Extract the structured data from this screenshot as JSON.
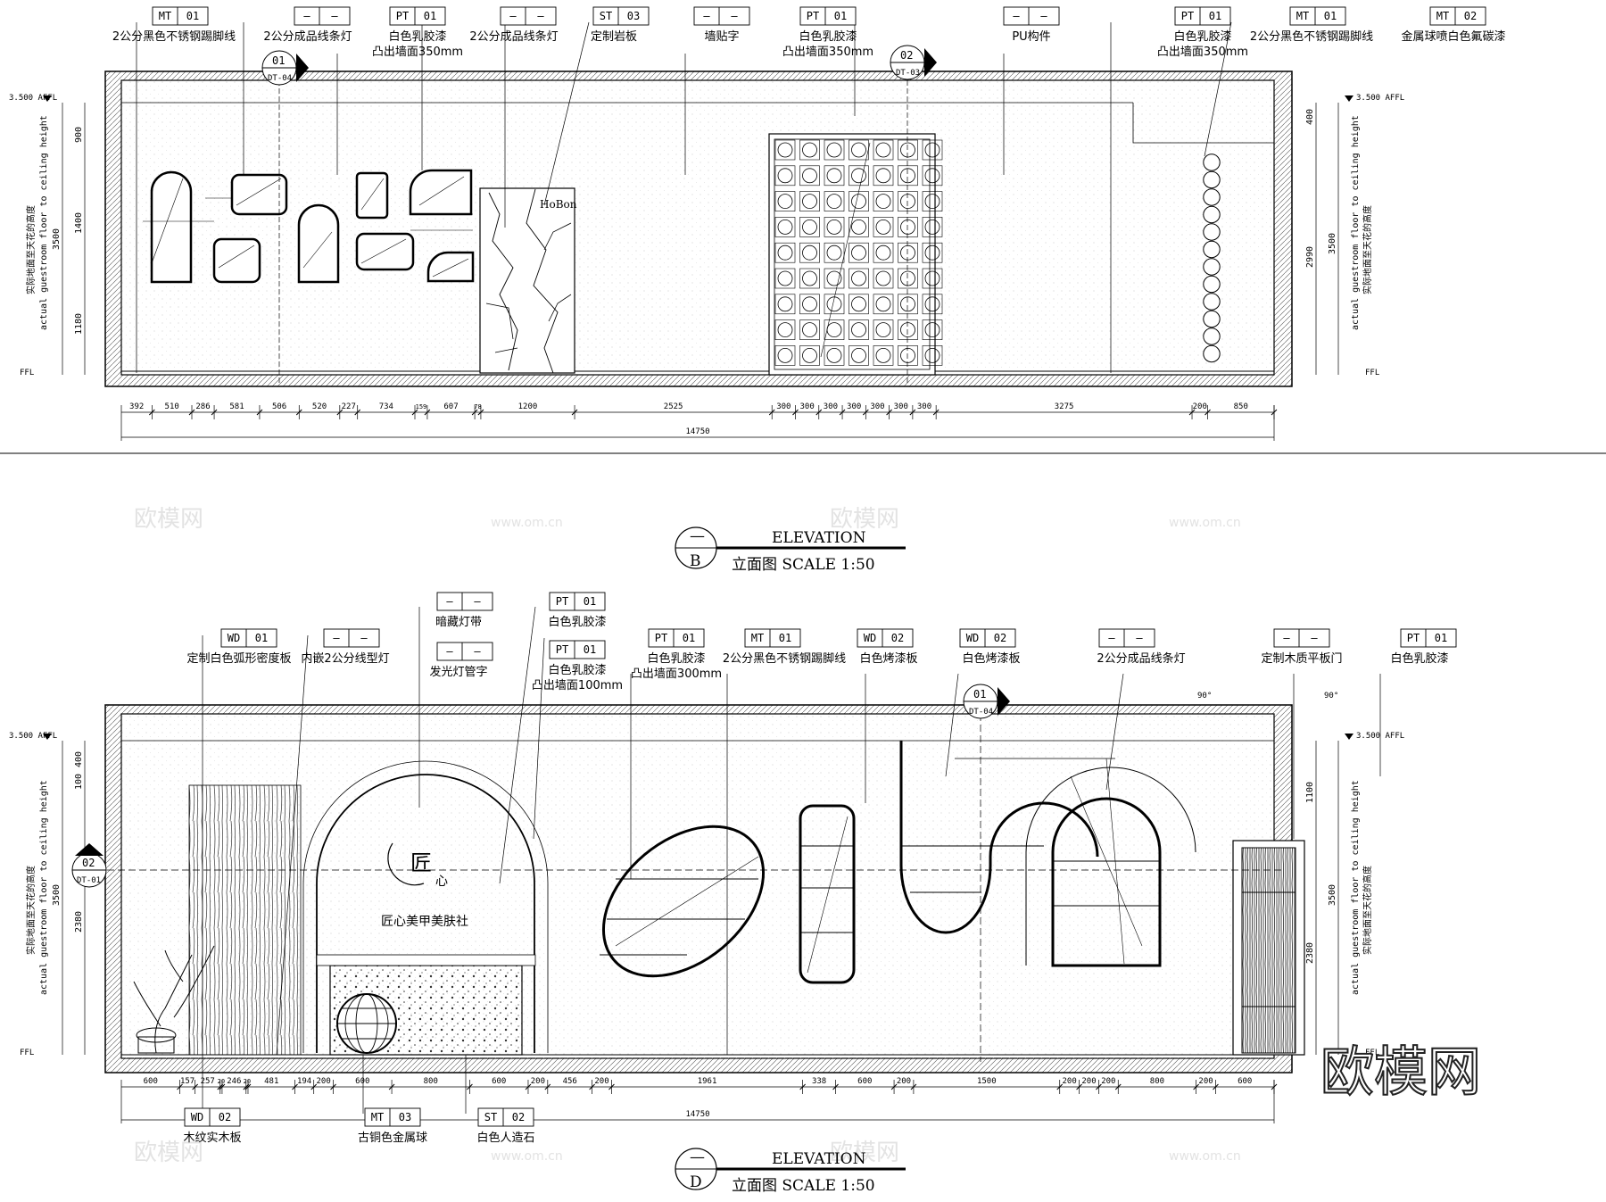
{
  "watermark": {
    "site": "www.om.cn",
    "brand": "欧模网"
  },
  "elevB": {
    "title": "ELEVATION",
    "subtitle": "立面图 SCALE 1:50",
    "marker_top": "—",
    "marker_letter": "B",
    "tags": [
      {
        "code": "MT",
        "num": "01",
        "text": "2公分黑色不锈钢踢脚线",
        "text2": ""
      },
      {
        "code": "—",
        "num": "—",
        "text": "2公分成品线条灯",
        "text2": ""
      },
      {
        "code": "PT",
        "num": "01",
        "text": "白色乳胶漆",
        "text2": "凸出墙面350mm"
      },
      {
        "code": "—",
        "num": "—",
        "text": "2公分成品线条灯",
        "text2": ""
      },
      {
        "code": "ST",
        "num": "03",
        "text": "定制岩板",
        "text2": ""
      },
      {
        "code": "—",
        "num": "—",
        "text": "墙贴字",
        "text2": ""
      },
      {
        "code": "PT",
        "num": "01",
        "text": "白色乳胶漆",
        "text2": "凸出墙面350mm"
      },
      {
        "code": "—",
        "num": "—",
        "text": "PU构件",
        "text2": ""
      },
      {
        "code": "PT",
        "num": "01",
        "text": "白色乳胶漆",
        "text2": "凸出墙面350mm"
      },
      {
        "code": "MT",
        "num": "01",
        "text": "2公分黑色不锈钢踢脚线",
        "text2": ""
      },
      {
        "code": "MT",
        "num": "02",
        "text": "金属球喷白色氟碳漆",
        "text2": ""
      }
    ],
    "section_marks": [
      {
        "num": "01",
        "ref": "DT-04"
      },
      {
        "num": "02",
        "ref": "DT-03"
      }
    ],
    "dims": [
      "392",
      "510",
      "286",
      "581",
      "506",
      "520",
      "227",
      "734",
      "159",
      "607",
      "78",
      "1200",
      "2525",
      "300",
      "300",
      "300",
      "300",
      "300",
      "300",
      "300",
      "3275",
      "200",
      "850"
    ],
    "total": "14750",
    "left_levels": {
      "top": "3.500 AFFL",
      "floor": "FFL",
      "segs": [
        "900",
        "1400",
        "1180"
      ],
      "total": "3500"
    },
    "right_levels": {
      "top": "3.500 AFFL",
      "floor": "FFL",
      "segs": [
        "400",
        "2990"
      ],
      "total": "3500"
    },
    "side_text_cn": "实际地面至天花的高度",
    "side_text_en": "actual guestroom floor to ceiling height",
    "sign": "HoBon"
  },
  "elevD": {
    "title": "ELEVATION",
    "subtitle": "立面图 SCALE 1:50",
    "marker_top": "—",
    "marker_letter": "D",
    "tags": [
      {
        "code": "WD",
        "num": "01",
        "text": "定制白色弧形密度板",
        "text2": ""
      },
      {
        "code": "—",
        "num": "—",
        "text": "内嵌2公分线型灯",
        "text2": ""
      },
      {
        "code": "—",
        "num": "—",
        "text": "暗藏灯带",
        "text2": ""
      },
      {
        "code": "—",
        "num": "—",
        "text": "发光灯管字",
        "text2": ""
      },
      {
        "code": "PT",
        "num": "01",
        "text": "白色乳胶漆",
        "text2": ""
      },
      {
        "code": "PT",
        "num": "01",
        "text": "白色乳胶漆",
        "text2": "凸出墙面100mm"
      },
      {
        "code": "PT",
        "num": "01",
        "text": "白色乳胶漆",
        "text2": "凸出墙面300mm"
      },
      {
        "code": "MT",
        "num": "01",
        "text": "2公分黑色不锈钢踢脚线",
        "text2": ""
      },
      {
        "code": "WD",
        "num": "02",
        "text": "白色烤漆板",
        "text2": ""
      },
      {
        "code": "WD",
        "num": "02",
        "text": "白色烤漆板",
        "text2": ""
      },
      {
        "code": "—",
        "num": "—",
        "text": "2公分成品线条灯",
        "text2": ""
      },
      {
        "code": "—",
        "num": "—",
        "text": "定制木质平板门",
        "text2": ""
      },
      {
        "code": "PT",
        "num": "01",
        "text": "白色乳胶漆",
        "text2": ""
      }
    ],
    "bottom_tags": [
      {
        "code": "WD",
        "num": "02",
        "text": "木纹实木板"
      },
      {
        "code": "MT",
        "num": "03",
        "text": "古铜色金属球"
      },
      {
        "code": "ST",
        "num": "02",
        "text": "白色人造石"
      }
    ],
    "section_marks": [
      {
        "num": "01",
        "ref": "DT-04"
      },
      {
        "num": "02",
        "ref": "DT-01"
      }
    ],
    "dims": [
      "600",
      "157",
      "257",
      "20",
      "246",
      "20",
      "481",
      "194",
      "200",
      "600",
      "800",
      "600",
      "200",
      "456",
      "200",
      "1961",
      "338",
      "600",
      "200",
      "1500",
      "200",
      "200",
      "200",
      "800",
      "200",
      "600"
    ],
    "total": "14750",
    "left_levels": {
      "top": "3.500 AFFL",
      "floor": "FFL",
      "segs": [
        "400",
        "100",
        "2380"
      ],
      "total": "3500"
    },
    "right_levels": {
      "top": "3.500 AFFL",
      "floor": "FFL",
      "segs": [
        "1100",
        "2380"
      ],
      "total": "3500"
    },
    "side_text_cn": "实际地面至天花的高度",
    "side_text_en": "actual guestroom floor to ceiling height",
    "sign_big": "匠",
    "sign_small": "心",
    "sign_name": "匠心美甲美肤社",
    "angle": "90°"
  }
}
